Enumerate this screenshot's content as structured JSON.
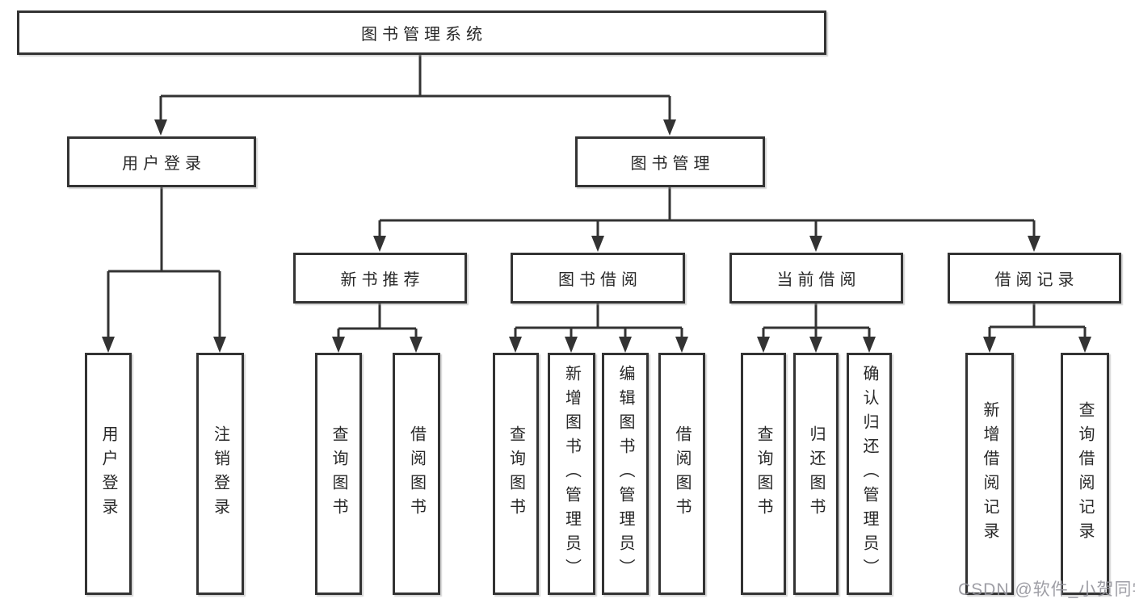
{
  "diagram": {
    "root": {
      "label": "图书管理系统",
      "children": [
        {
          "label": "用户登录",
          "children": [
            {
              "label": "用户登录"
            },
            {
              "label": "注销登录"
            }
          ]
        },
        {
          "label": "图书管理",
          "children": [
            {
              "label": "新书推荐",
              "children": [
                {
                  "label": "查询图书"
                },
                {
                  "label": "借阅图书"
                }
              ]
            },
            {
              "label": "图书借阅",
              "children": [
                {
                  "label": "查询图书"
                },
                {
                  "label": "新增图书（管理员）"
                },
                {
                  "label": "编辑图书（管理员）"
                },
                {
                  "label": "借阅图书"
                }
              ]
            },
            {
              "label": "当前借阅",
              "children": [
                {
                  "label": "查询图书"
                },
                {
                  "label": "归还图书"
                },
                {
                  "label": "确认归还（管理员）"
                }
              ]
            },
            {
              "label": "借阅记录",
              "children": [
                {
                  "label": "新增借阅记录"
                },
                {
                  "label": "查询借阅记录"
                }
              ]
            }
          ]
        }
      ]
    }
  },
  "watermark": {
    "text": "CSDN @软件_小贺同学"
  },
  "colors": {
    "line": "#333333",
    "box_border": "#333333",
    "text": "#282828",
    "watermark": "#94949b",
    "background": "#ffffff"
  }
}
